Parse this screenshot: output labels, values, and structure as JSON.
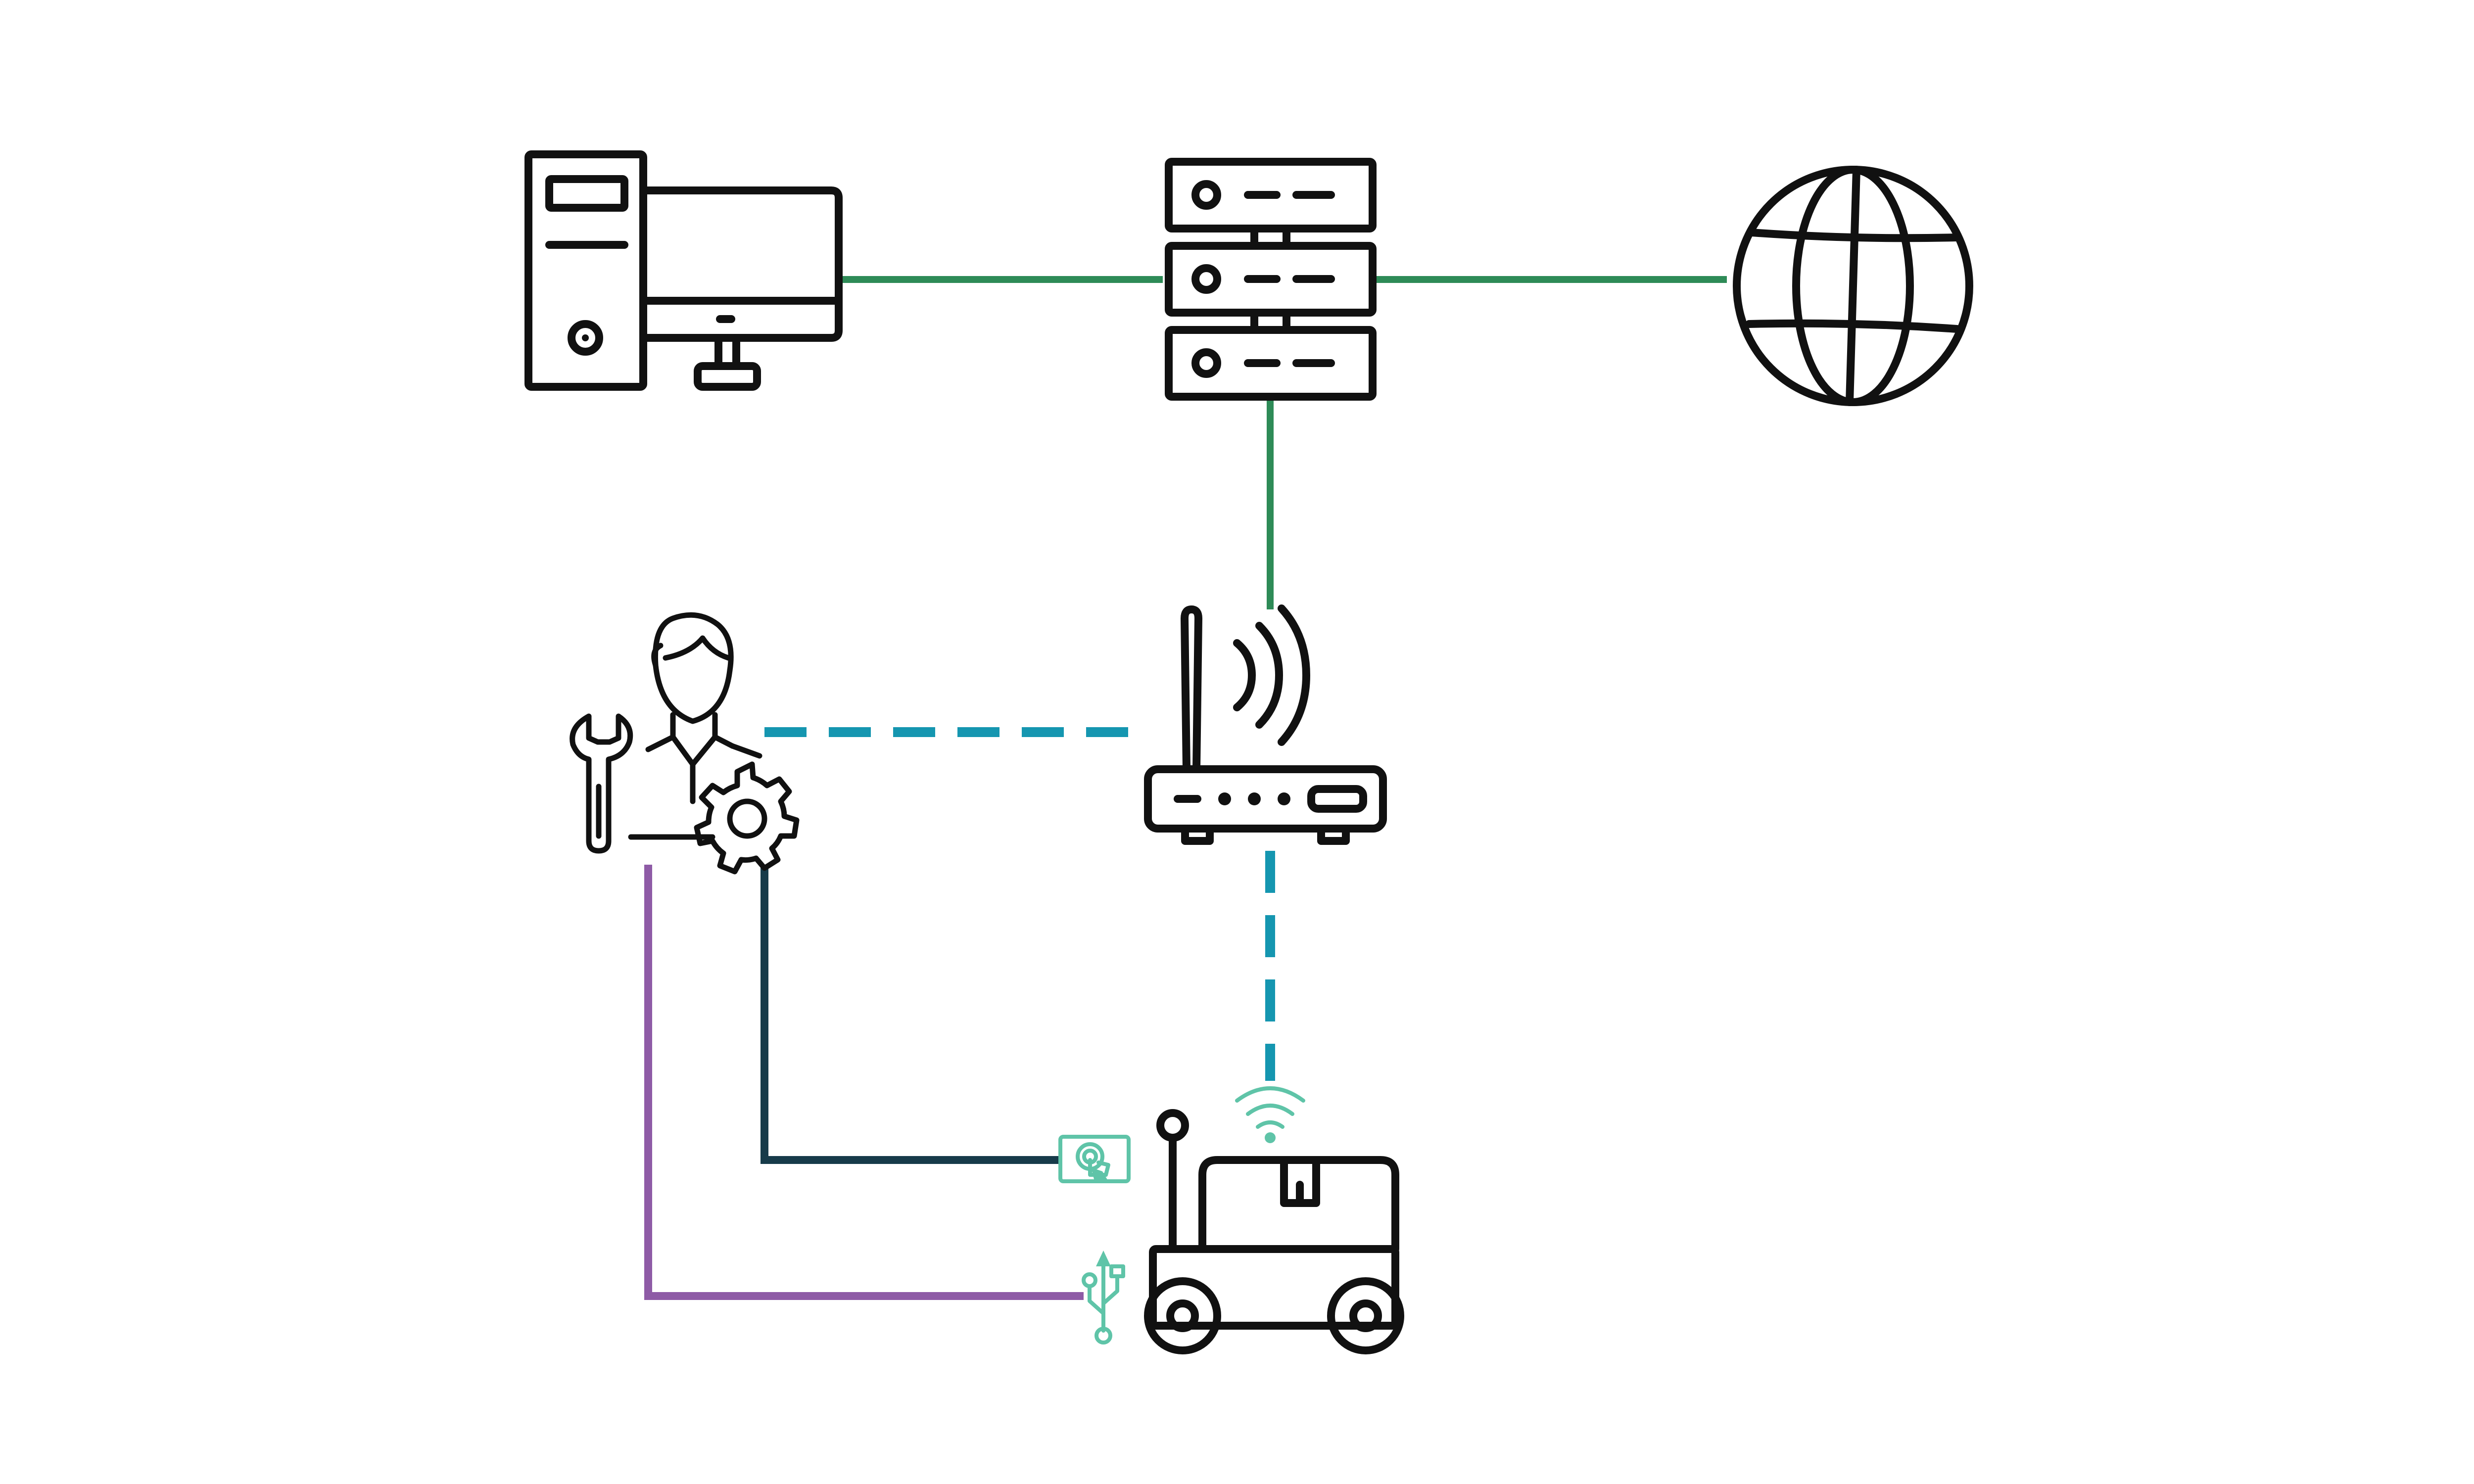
{
  "colors": {
    "background": "#ffffff",
    "icon_stroke": "#111111",
    "wired_link": "#2e8b57",
    "wireless_link": "#1596b0",
    "control_cable": "#173b4a",
    "usb_cable": "#8e5ba6",
    "port_accent": "#5fc4a8"
  },
  "nodes": [
    {
      "id": "workstation",
      "icon": "desktop-computer-icon"
    },
    {
      "id": "server",
      "icon": "server-rack-icon"
    },
    {
      "id": "internet",
      "icon": "globe-icon"
    },
    {
      "id": "technician",
      "icon": "technician-with-tools-icon"
    },
    {
      "id": "router",
      "icon": "wifi-router-icon"
    },
    {
      "id": "robot",
      "icon": "delivery-robot-icon"
    }
  ],
  "ports": [
    {
      "id": "touch-panel",
      "icon": "touchscreen-icon"
    },
    {
      "id": "usb-port",
      "icon": "usb-icon"
    },
    {
      "id": "wifi-signal",
      "icon": "wifi-signal-icon"
    }
  ],
  "links": [
    {
      "from": "workstation",
      "to": "server",
      "type": "wired"
    },
    {
      "from": "server",
      "to": "internet",
      "type": "wired"
    },
    {
      "from": "server",
      "to": "router",
      "type": "wired"
    },
    {
      "from": "technician",
      "to": "router",
      "type": "wireless"
    },
    {
      "from": "router",
      "to": "robot",
      "type": "wireless"
    },
    {
      "from": "technician",
      "to": "robot",
      "type": "touch-panel"
    },
    {
      "from": "technician",
      "to": "robot",
      "type": "usb"
    }
  ]
}
